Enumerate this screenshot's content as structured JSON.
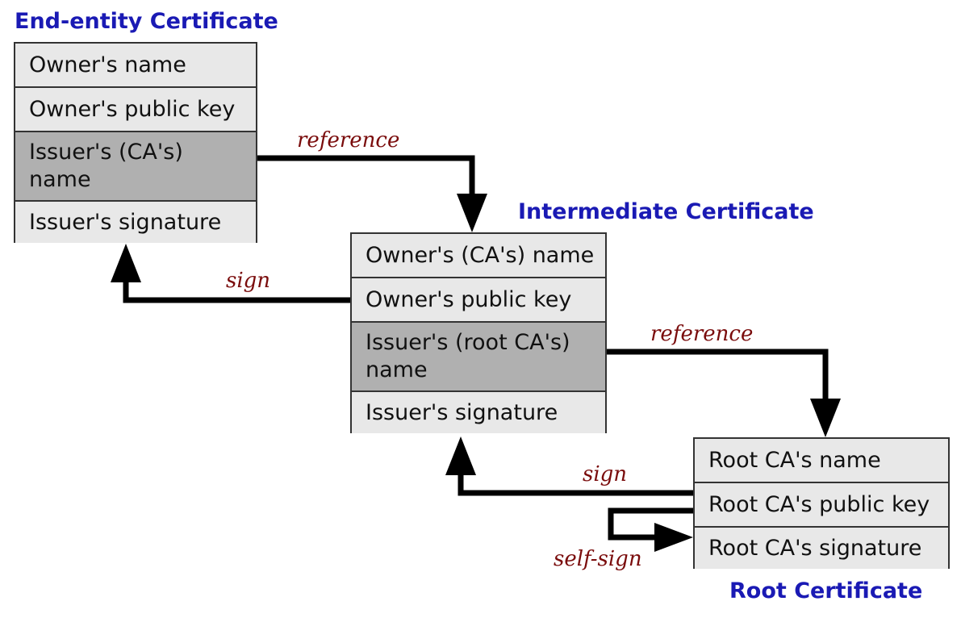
{
  "end_entity": {
    "title": "End-entity Certificate",
    "fields": [
      "Owner's name",
      "Owner's public key",
      "Issuer's (CA's)\nname",
      "Issuer's signature"
    ]
  },
  "intermediate": {
    "title": "Intermediate Certificate",
    "fields": [
      "Owner's (CA's) name",
      "Owner's public key",
      "Issuer's (root CA's)\nname",
      "Issuer's signature"
    ]
  },
  "root": {
    "title": "Root Certificate",
    "fields": [
      "Root CA's name",
      "Root CA's public key",
      "Root CA's signature"
    ]
  },
  "labels": {
    "reference_1": "reference",
    "sign_1": "sign",
    "reference_2": "reference",
    "sign_2": "sign",
    "self_sign": "self-sign"
  },
  "colors": {
    "title": "#1a1ab4",
    "label": "#7a0c0c",
    "cell": "#e8e8e8",
    "cell_highlight": "#b0b0b0",
    "arrow": "#000000"
  }
}
